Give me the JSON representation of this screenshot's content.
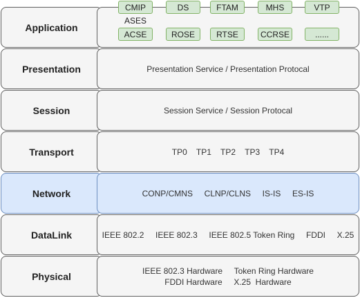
{
  "layers": [
    {
      "name": "Application",
      "content": ""
    },
    {
      "name": "Presentation",
      "content": "Presentation Service / Presentation Protocal"
    },
    {
      "name": "Session",
      "content": "Session Service / Session Protocal"
    },
    {
      "name": "Transport",
      "content": "TP0    TP1    TP2    TP3    TP4"
    },
    {
      "name": "Network",
      "content": "CONP/CMNS     CLNP/CLNS     IS-IS     ES-IS"
    },
    {
      "name": "DataLink",
      "content": "IEEE 802.2     IEEE 802.3     IEEE 802.5 Token Ring     FDDI     X.25"
    },
    {
      "name": "Physical",
      "content": "IEEE 802.3 Hardware     Token Ring Hardware\nFDDI Hardware     X.25  Hardware"
    }
  ],
  "application": {
    "top_row": [
      "CMIP",
      "DS",
      "FTAM",
      "MHS",
      "VTP"
    ],
    "ases_label": "ASES",
    "bottom_row": [
      "ACSE",
      "ROSE",
      "RTSE",
      "CCRSE",
      "......"
    ]
  },
  "colors": {
    "layer_fill": "#f5f5f5",
    "layer_stroke": "#5f5f5f",
    "network_fill": "#dae8fc",
    "network_stroke": "#6c8ebf",
    "protocol_fill": "#d5e8d4",
    "protocol_stroke": "#82b366"
  }
}
